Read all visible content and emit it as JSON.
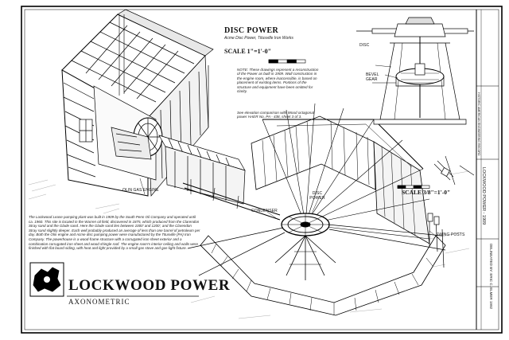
{
  "sheet": {
    "title_main": "LOCKWOOD POWER",
    "title_sub": "AXONOMETRIC",
    "title_block_project": "LOCKWOOD POWER - 1909",
    "title_block_drawn": "DELINEATED BY: ERIC C. ELMER 1992",
    "title_block_agency": "HISTORIC AMERICAN ENGINEERING RECORD"
  },
  "disc_power": {
    "title": "DISC POWER",
    "subtitle": "Acme Disc Power, Titusville Iron Works",
    "scale": "SCALE 1\"=1'-0\"",
    "note": "NOTE: These drawings represent a reconstruction of the Power as built in 1909. Wall construction in the engine room, where inaccessible, is based on placement of existing items. Portions of the structure and equipment have been omitted for clarity.",
    "reference": "See elevation comparison with Wood octagonal power HAER No. PA - 438, sheet 3 of 3."
  },
  "detail": {
    "disc_label": "DISC",
    "bevel_gear_label": "BEVEL GEAR",
    "scale": "SCALE 3/8\"=1'-0\""
  },
  "labels": {
    "engine": "OLIN GAS ENGINE",
    "condenser": "CONDENSER",
    "disc_power": "DISC POWER",
    "swing_posts": "SWING POSTS"
  },
  "history": "The Lockwood Lease pumping plant was built in 1909 by the South Penn Oil Company and operated until ca. 1960. This site is located in the Warren oil field, discovered in 1875, which produced from the Clarendon Stray sand and the Glade sand. Here the Glade sand lies between 1000' and 1200', and the Clarendon Stray sand slightly deeper. Each well probably produced an average of less than one barrel of petroleum per day. Both the Olin engine and Acme disc pumping power were manufactured by the Titusville (PA) Iron Company. The powerhouse is a wood-frame structure with a corrugated iron sheet exterior and a combination corrugated iron sheet and wood shingle roof. The engine room's interior ceiling and walls were finished with flat board siding, with heat and light provided by a small gas stove and gas-light fixture."
}
